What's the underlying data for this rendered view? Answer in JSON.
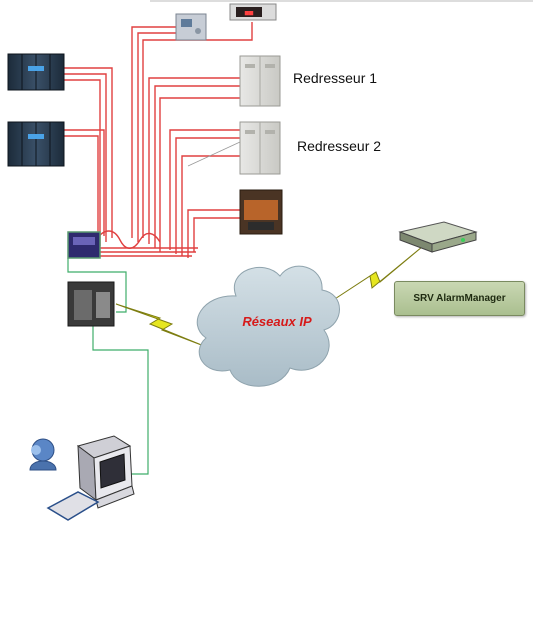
{
  "labels": {
    "rectifier_1": "Redresseur 1",
    "rectifier_2": "Redresseur 2",
    "network": "Réseaux IP",
    "server": "SRV AlarmManager"
  },
  "colors": {
    "power_line": "#e04040",
    "data_line": "#3fae6a",
    "cloud_fill": "#bfcfd8",
    "network_text": "#d61a1a",
    "lightning": "#e6e620",
    "server_box": "#b8c9a0"
  },
  "icons": [
    "ups-cabinet-icon",
    "control-panel-icon",
    "temperature-display-icon",
    "rectifier-cabinet-icon",
    "generator-icon",
    "alarm-controller-icon",
    "network-switch-icon",
    "server-appliance-icon",
    "operator-icon",
    "workstation-icon",
    "cloud-icon",
    "lightning-icon"
  ]
}
